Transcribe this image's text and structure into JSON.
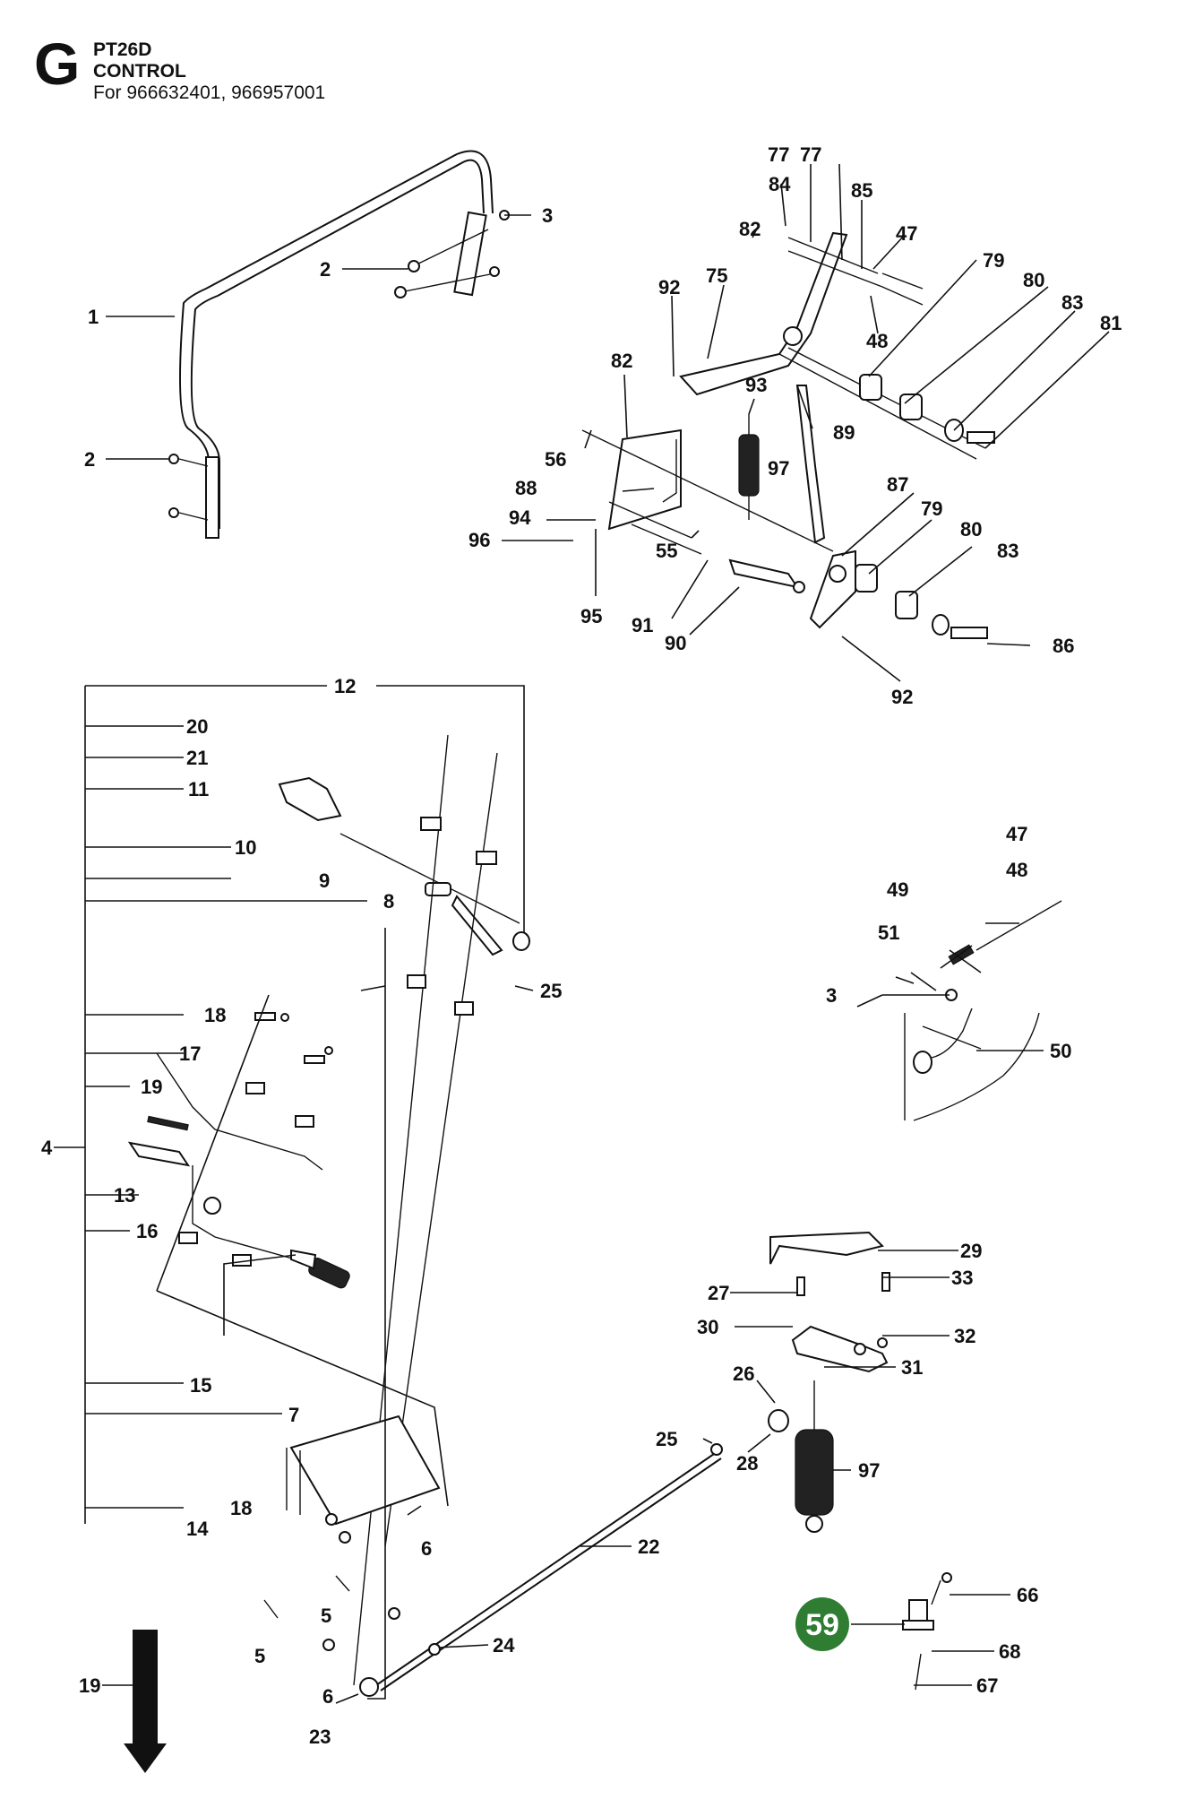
{
  "header": {
    "section_letter": "G",
    "model": "PT26D",
    "assembly": "CONTROL",
    "applies_to": "For 966632401, 966957001"
  },
  "colors": {
    "badge": "#2e7d32",
    "ink": "#111111"
  },
  "highlight_badge": {
    "label": "59"
  },
  "callouts": {
    "c1": "1",
    "c2a": "2",
    "c2b": "2",
    "c3a": "3",
    "c77a": "77",
    "c77b": "77",
    "c84": "84",
    "c85": "85",
    "c47a": "47",
    "c82a": "82",
    "c92a": "92",
    "c75": "75",
    "c79a": "79",
    "c80a": "80",
    "c83a": "83",
    "c81": "81",
    "c48a": "48",
    "c82b": "82",
    "c93": "93",
    "c89": "89",
    "c56": "56",
    "c97a": "97",
    "c88": "88",
    "c87": "87",
    "c94": "94",
    "c79b": "79",
    "c96": "96",
    "c55": "55",
    "c80b": "80",
    "c83b": "83",
    "c95": "95",
    "c91": "91",
    "c90": "90",
    "c86": "86",
    "c92b": "92",
    "c12": "12",
    "c20": "20",
    "c21": "21",
    "c11": "11",
    "c10": "10",
    "c9": "9",
    "c8": "8",
    "c25a": "25",
    "c18a": "18",
    "c17": "17",
    "c19a": "19",
    "c4": "4",
    "c13": "13",
    "c16": "16",
    "c15": "15",
    "c7": "7",
    "c18b": "18",
    "c14": "14",
    "c47b": "47",
    "c48b": "48",
    "c49": "49",
    "c51": "51",
    "c3b": "3",
    "c50": "50",
    "c29": "29",
    "c27": "27",
    "c33": "33",
    "c30": "30",
    "c32": "32",
    "c31": "31",
    "c26": "26",
    "c25b": "25",
    "c28": "28",
    "c97b": "97",
    "c22": "22",
    "c6a": "6",
    "c5a": "5",
    "c5b": "5",
    "c6b": "6",
    "c24": "24",
    "c23": "23",
    "c66": "66",
    "c68": "68",
    "c67": "67",
    "c19b": "19"
  }
}
